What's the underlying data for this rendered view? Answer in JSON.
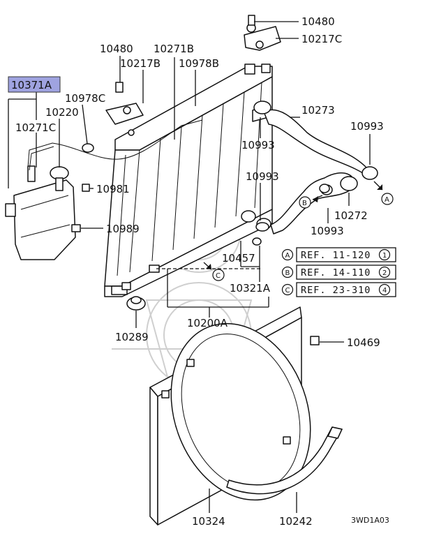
{
  "highlight_color": "#9fa3e0",
  "labels": {
    "p10480_top": "10480",
    "p10217c": "10217C",
    "p10480_left": "10480",
    "p10271b": "10271B",
    "p10217b": "10217B",
    "p10978b": "10978B",
    "p10371a": "10371A",
    "p10978c": "10978C",
    "p10220": "10220",
    "p10271c": "10271C",
    "p10273": "10273",
    "p10993_a": "10993",
    "p10993_b": "10993",
    "p10993_c": "10993",
    "p10993_d": "10993",
    "p10981": "10981",
    "p10272": "10272",
    "p10989": "10989",
    "p10457": "10457",
    "p10321a": "10321A",
    "p10200a": "10200A",
    "p10289": "10289",
    "p10469": "10469",
    "p10324": "10324",
    "p10242": "10242"
  },
  "references": [
    {
      "letter": "A",
      "text": "REF. 11-120",
      "num": "1"
    },
    {
      "letter": "B",
      "text": "REF. 14-110",
      "num": "2"
    },
    {
      "letter": "C",
      "text": "REF. 23-310",
      "num": "4"
    }
  ],
  "markers": {
    "a": "A",
    "b": "B",
    "c": "C"
  },
  "diagram_code": "3WD1A03"
}
